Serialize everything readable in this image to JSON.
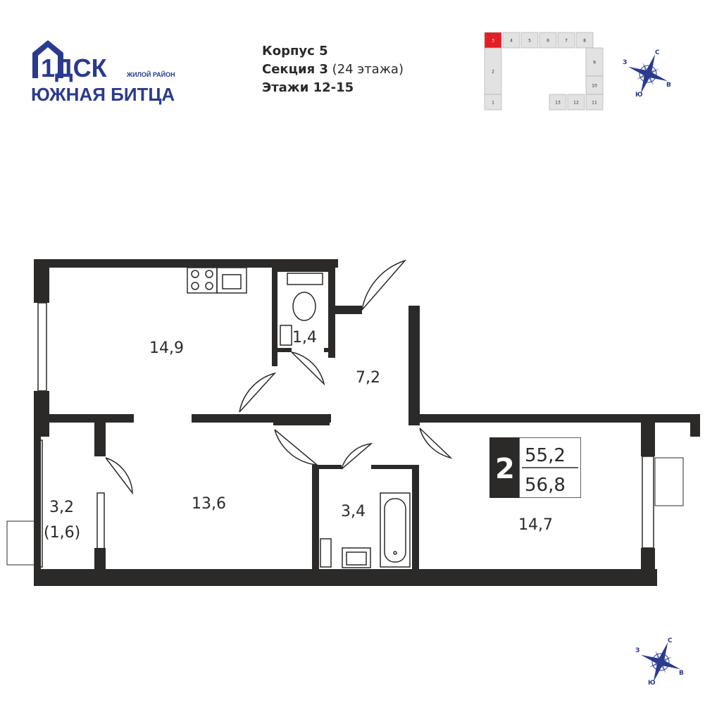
{
  "brand": {
    "logo_mark": "1ДСК",
    "district_label": "ЖИЛОЙ РАЙОН",
    "district_name": "ЮЖНАЯ БИТЦА",
    "brand_color": "#2a3a8f",
    "accent_color": "#e31e24"
  },
  "building": {
    "korpus": "Корпус 5",
    "section": "Секция 3",
    "section_floors": "(24 этажа)",
    "floors": "Этажи 12-15"
  },
  "keyplan": {
    "sections_top": [
      "3",
      "4",
      "5",
      "6",
      "7",
      "8"
    ],
    "sections_left": [
      "2",
      "1"
    ],
    "sections_right": [
      "9",
      "10"
    ],
    "sections_bottom": [
      "13",
      "12",
      "11"
    ],
    "highlighted_section": "3"
  },
  "compass": {
    "north": "С",
    "south": "Ю",
    "west": "З",
    "east": "В"
  },
  "rooms": {
    "kitchen": "14,9",
    "wc": "1,4",
    "hall": "7,2",
    "living": "13,6",
    "balcony": "3,2",
    "balcony_reduced": "(1,6)",
    "bathroom": "3,4",
    "bedroom": "14,7"
  },
  "apartment": {
    "rooms_count": "2",
    "area_living": "55,2",
    "area_total": "56,8"
  }
}
